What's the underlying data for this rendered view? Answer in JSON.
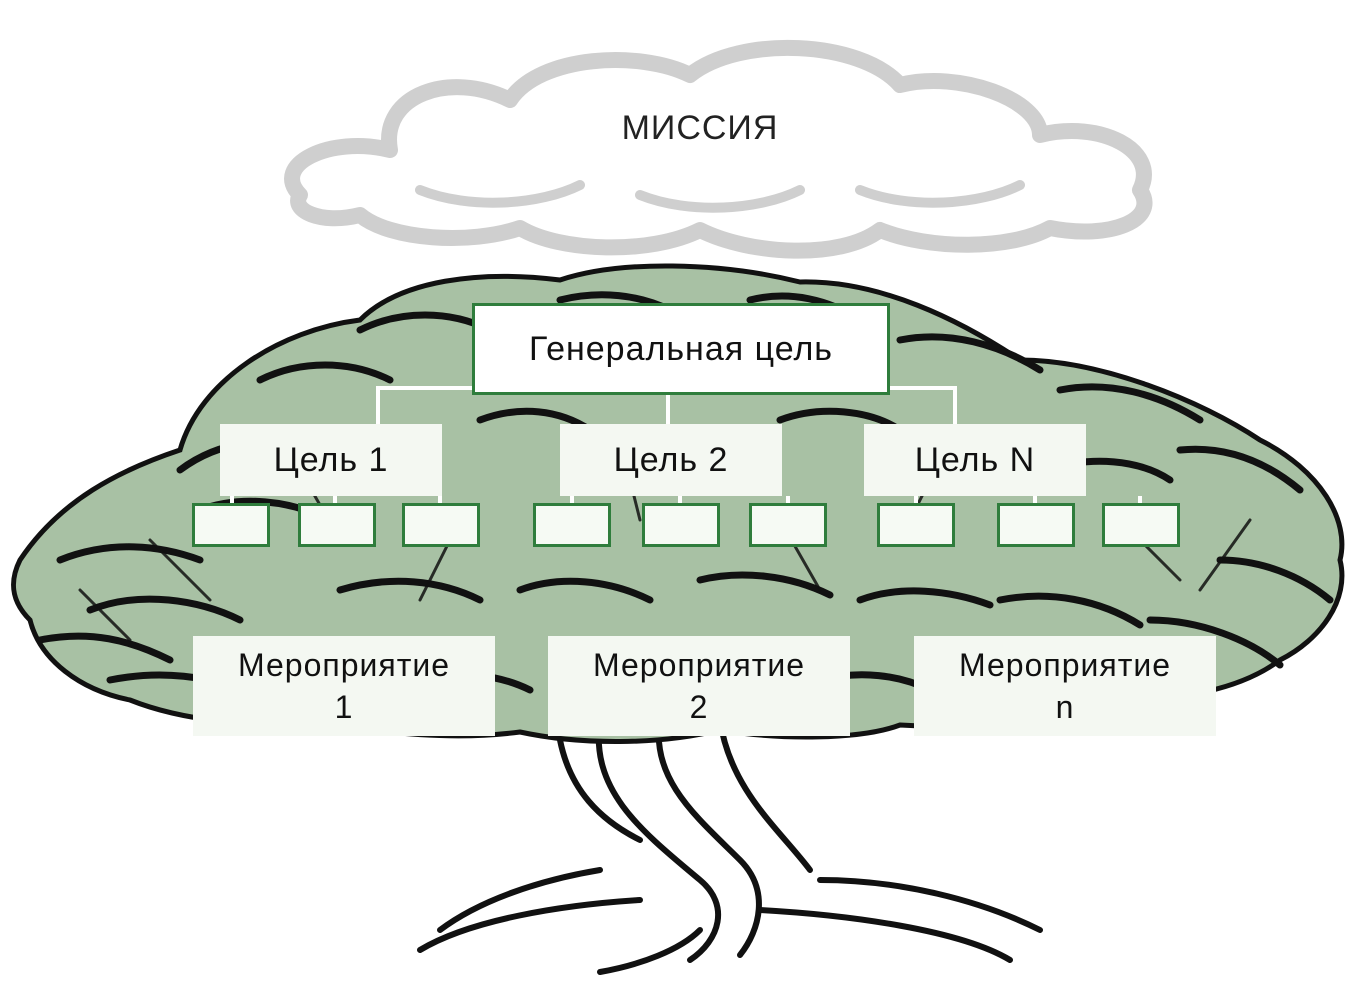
{
  "mission": "МИССИЯ",
  "general_goal": "Генеральная цель",
  "goals": [
    "Цель 1",
    "Цель 2",
    "Цель N"
  ],
  "events": [
    {
      "line1": "Мероприятие",
      "line2": "1"
    },
    {
      "line1": "Мероприятие",
      "line2": "2"
    },
    {
      "line1": "Мероприятие",
      "line2": "n"
    }
  ],
  "colors": {
    "foliage": "#a8c1a4",
    "foliage_stroke": "#111111",
    "cloud": "#cfcfcf",
    "box_border": "#2f7d3c",
    "connector": "#ffffff"
  }
}
